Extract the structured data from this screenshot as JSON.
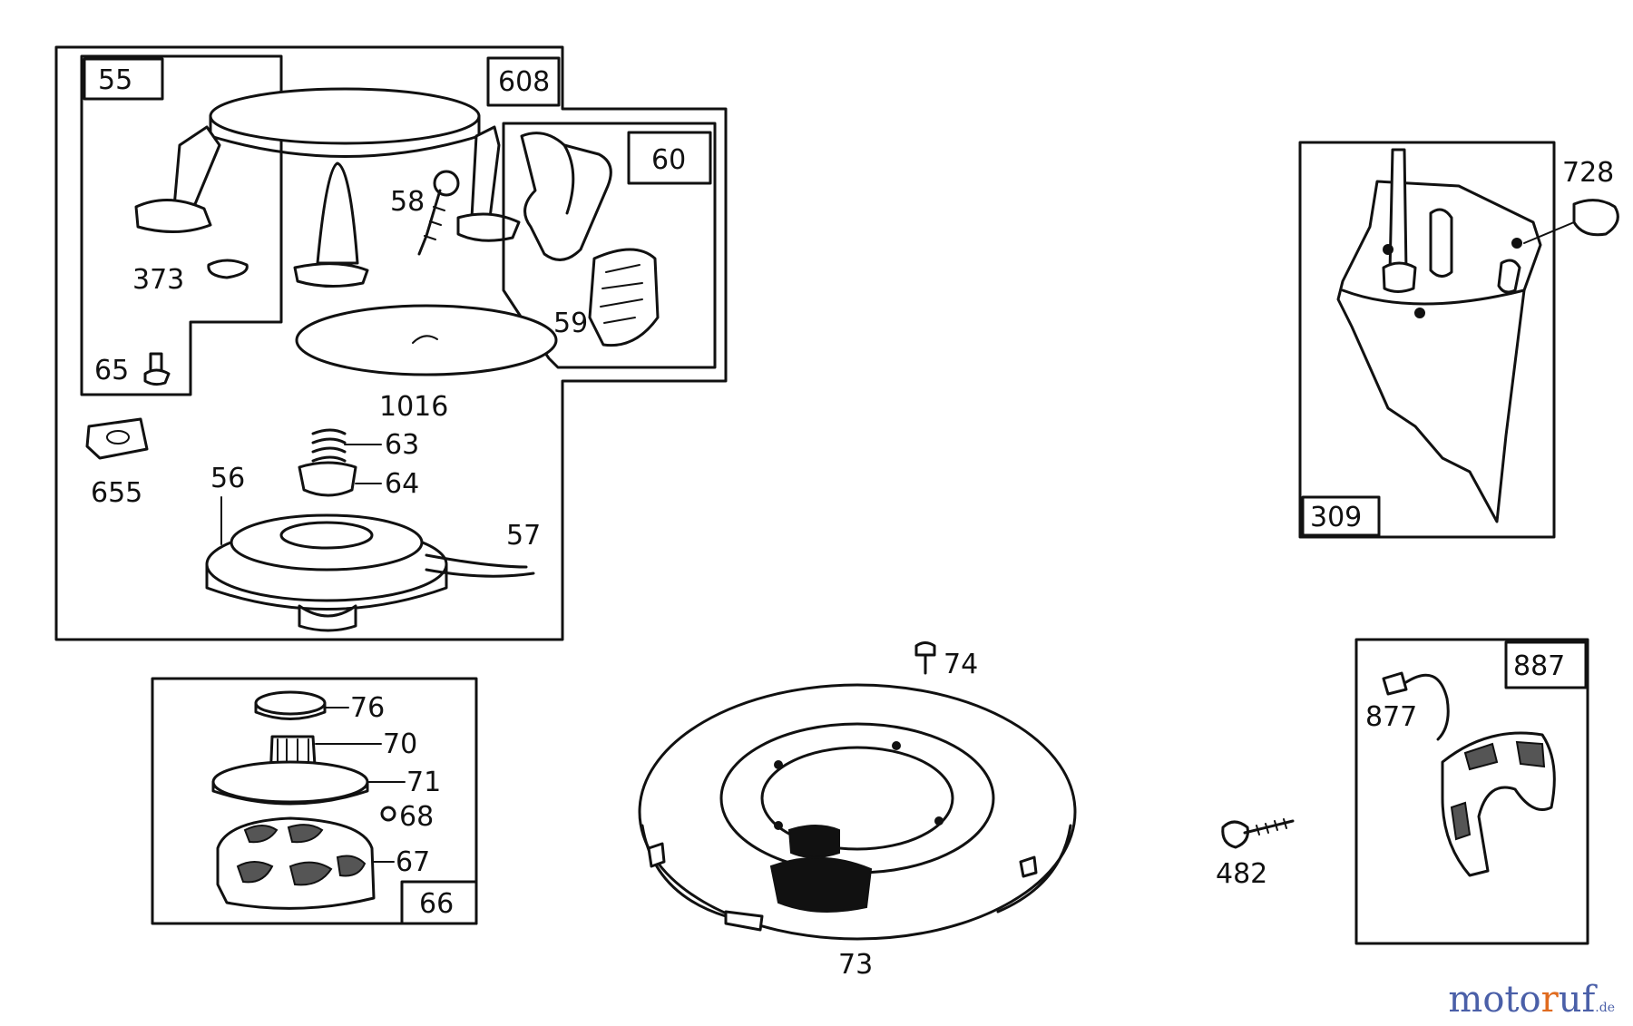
{
  "box_labels": {
    "b55": "55",
    "b608": "608",
    "b60": "60",
    "b66": "66",
    "b309": "309",
    "b887": "887"
  },
  "part_labels": {
    "p58": "58",
    "p373": "373",
    "p65": "65",
    "p59": "59",
    "p1016": "1016",
    "p655": "655",
    "p56": "56",
    "p63": "63",
    "p64": "64",
    "p57": "57",
    "p76": "76",
    "p70": "70",
    "p71": "71",
    "p68": "68",
    "p67": "67",
    "p74": "74",
    "p73": "73",
    "p728": "728",
    "p877": "877",
    "p482": "482"
  },
  "watermark": {
    "part1": "moto",
    "part2": "r",
    "part3": "uf",
    "suffix": ".de"
  },
  "colors": {
    "ink": "#111111",
    "watermark_blue": "#4a5fa8",
    "watermark_orange": "#e06b1f"
  }
}
